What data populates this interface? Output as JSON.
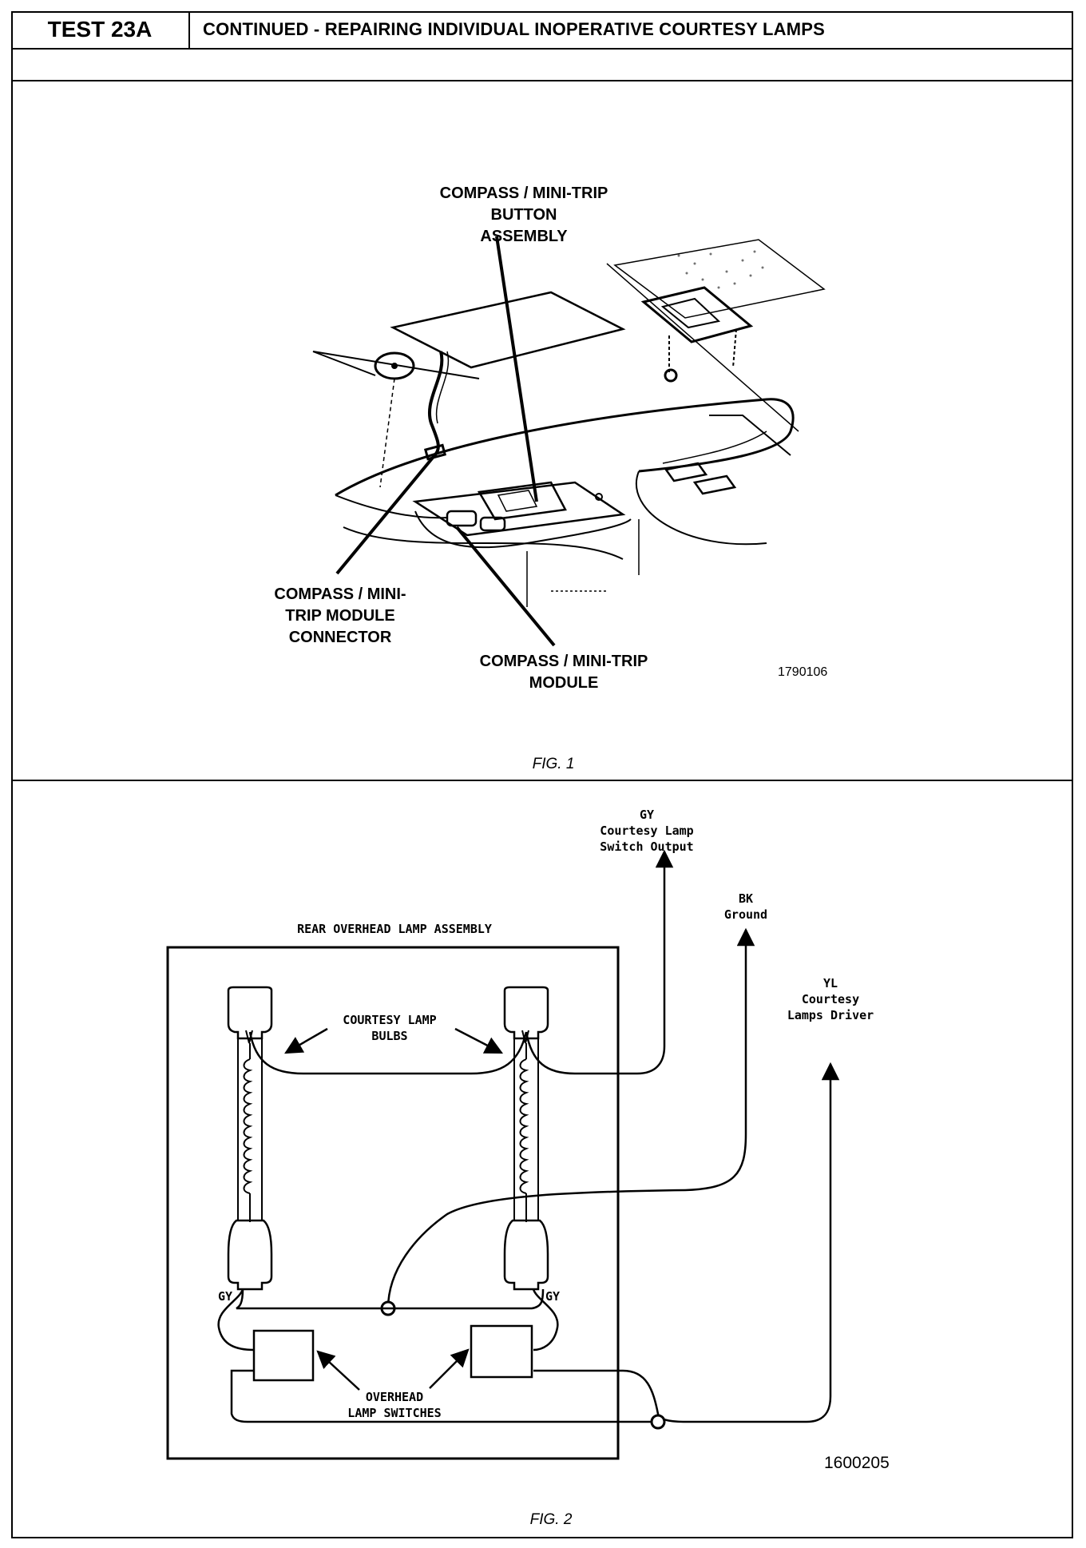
{
  "header": {
    "test_id": "TEST 23A",
    "title": "CONTINUED - REPAIRING INDIVIDUAL INOPERATIVE COURTESY LAMPS"
  },
  "fig1": {
    "button_assembly_label": [
      "COMPASS / MINI-TRIP",
      "BUTTON",
      "ASSEMBLY"
    ],
    "connector_label": [
      "COMPASS / MINI-",
      "TRIP MODULE",
      "CONNECTOR"
    ],
    "module_label": [
      "COMPASS / MINI-TRIP",
      "MODULE"
    ],
    "part_number": "1790106",
    "caption": "FIG. 1"
  },
  "fig2": {
    "assembly_label": "REAR OVERHEAD LAMP ASSEMBLY",
    "gy_output_label": [
      "GY",
      "Courtesy Lamp",
      "Switch Output"
    ],
    "bk_ground_label": [
      "BK",
      "Ground"
    ],
    "yl_driver_label": [
      "YL",
      "Courtesy",
      "Lamps Driver"
    ],
    "bulbs_label": [
      "COURTESY LAMP",
      "BULBS"
    ],
    "switches_label": [
      "OVERHEAD",
      "LAMP SWITCHES"
    ],
    "gy_left": "GY",
    "gy_right": "GY",
    "part_number": "1600205",
    "caption": "FIG. 2"
  }
}
